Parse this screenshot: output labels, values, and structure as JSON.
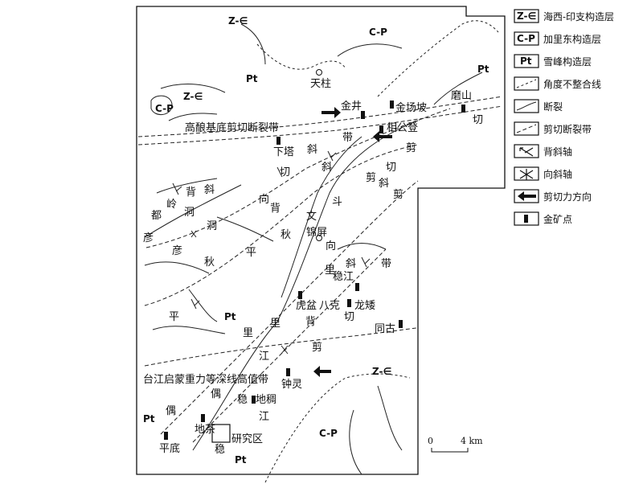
{
  "units": {
    "ze_1": "Z-∈",
    "ze_2": "Z-∈",
    "ze_3": "Z-∈",
    "cp_1": "C-P",
    "cp_2": "C-P",
    "cp_3": "C-P",
    "pt_1": "Pt",
    "pt_2": "Pt",
    "pt_3": "Pt",
    "pt_4": "Pt",
    "pt_5": "Pt"
  },
  "places": {
    "tianzhu": "天柱",
    "jinping": "锦屏"
  },
  "deposits": {
    "jinjing": "金井",
    "jinchangpo": "金场坡",
    "xianggongping": "相公登",
    "moshan": "磨山",
    "xiata": "下塔",
    "wengjiang": "稳江",
    "hupen": "虎盆",
    "longai": "龙矮",
    "tonggu": "同古",
    "zhongling": "钟灵",
    "dicha": "地茶",
    "dizhou": "地稠",
    "pingdi": "平底"
  },
  "zones": {
    "gaoniang": "高酿基底剪切断裂带",
    "taijiang": "台江启蒙重力等深线高值带"
  },
  "structure_chars": {
    "c1": "带",
    "c2": "斜",
    "c3": "斜",
    "c4": "切",
    "c5": "剪",
    "c6": "斜",
    "c7": "剪",
    "c8": "切",
    "c9": "斗",
    "c10": "背",
    "c11": "剪",
    "c12": "斜",
    "c13": "向",
    "c14": "背",
    "c15": "都",
    "c16": "岭",
    "c17": "洞",
    "c18": "洞",
    "c19": "彦",
    "c20": "彦",
    "c21": "秋",
    "c22": "平",
    "c23": "秋",
    "c24": "文",
    "c25": "向",
    "c26": "里",
    "c27": "斜",
    "c28": "带",
    "c29": "八克",
    "c30": "切",
    "c31": "平",
    "c32": "里",
    "c33": "里",
    "c34": "背",
    "c35": "江",
    "c36": "剪",
    "c37": "偶",
    "c38": "偶",
    "c39": "稳",
    "c40": "江",
    "c41": "稳",
    "c42": "切"
  },
  "study_area": "研究区",
  "scale": {
    "zero": "0",
    "length": "4 km"
  },
  "legend": [
    {
      "symbol": "unit",
      "sym_text": "Z-∈",
      "label": "海西-印支构造层"
    },
    {
      "symbol": "unit",
      "sym_text": "C-P",
      "label": "加里东构造层"
    },
    {
      "symbol": "unit",
      "sym_text": "Pt",
      "label": "雪峰构造层"
    },
    {
      "symbol": "unconformity",
      "label": "角度不整合线"
    },
    {
      "symbol": "fault",
      "label": "断裂"
    },
    {
      "symbol": "shear-zone",
      "label": "剪切断裂带"
    },
    {
      "symbol": "anticline",
      "label": "背斜轴"
    },
    {
      "symbol": "syncline",
      "label": "向斜轴"
    },
    {
      "symbol": "shear-direction",
      "label": "剪切力方向"
    },
    {
      "symbol": "gold-deposit",
      "label": "金矿点"
    }
  ]
}
